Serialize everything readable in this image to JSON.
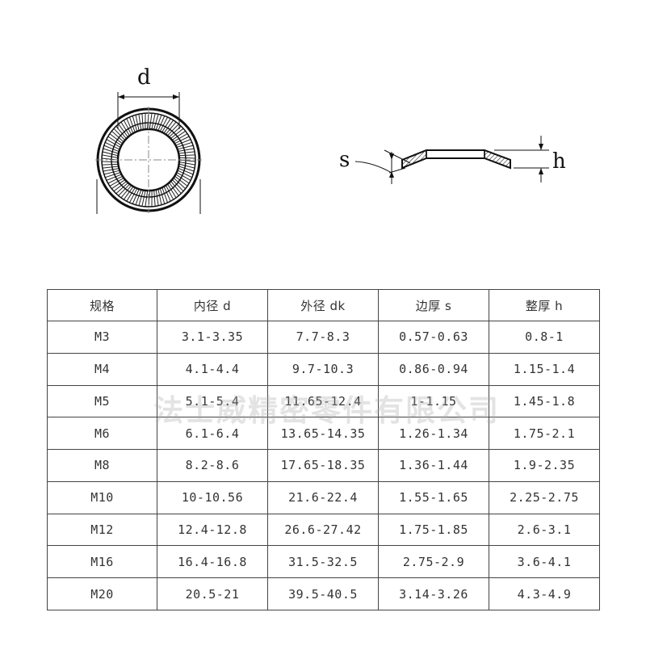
{
  "drawing": {
    "top_view_label": "d",
    "side_view_thickness_label": "s",
    "side_view_height_label": "h"
  },
  "table": {
    "headers": [
      "规格",
      "内径 d",
      "外径 dk",
      "边厚 s",
      "整厚 h"
    ],
    "rows": [
      [
        "M3",
        "3.1-3.35",
        "7.7-8.3",
        "0.57-0.63",
        "0.8-1"
      ],
      [
        "M4",
        "4.1-4.4",
        "9.7-10.3",
        "0.86-0.94",
        "1.15-1.4"
      ],
      [
        "M5",
        "5.1-5.4",
        "11.65-12.4",
        "1-1.15",
        "1.45-1.8"
      ],
      [
        "M6",
        "6.1-6.4",
        "13.65-14.35",
        "1.26-1.34",
        "1.75-2.1"
      ],
      [
        "M8",
        "8.2-8.6",
        "17.65-18.35",
        "1.36-1.44",
        "1.9-2.35"
      ],
      [
        "M10",
        "10-10.56",
        "21.6-22.4",
        "1.55-1.65",
        "2.25-2.75"
      ],
      [
        "M12",
        "12.4-12.8",
        "26.6-27.42",
        "1.75-1.85",
        "2.6-3.1"
      ],
      [
        "M16",
        "16.4-16.8",
        "31.5-32.5",
        "2.75-2.9",
        "3.6-4.1"
      ],
      [
        "M20",
        "20.5-21",
        "39.5-40.5",
        "3.14-3.26",
        "4.3-4.9"
      ]
    ]
  },
  "watermark": "法士威精密零件有限公司"
}
